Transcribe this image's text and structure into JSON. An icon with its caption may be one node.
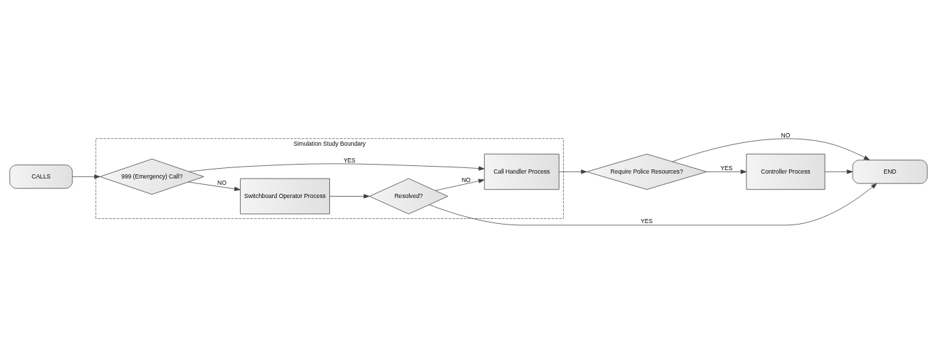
{
  "diagram": {
    "nodes": [
      {
        "text": [
          "Simulation Study Boundary"
        ]
      },
      {
        "text": [
          "CALLS"
        ]
      },
      {
        "text": [
          "999 (Emergency) Call?"
        ],
        "in": 0
      },
      {
        "text": [
          "Call Handler Process"
        ],
        "in": 0
      },
      {
        "text": [
          "Switchboard Operator Process"
        ],
        "in": 0
      },
      {
        "text": [
          "Resolved?"
        ],
        "in": 0
      },
      {
        "text": [
          "Require Police Resources?"
        ]
      },
      {
        "text": [
          "Controller Process"
        ]
      },
      {
        "text": [
          "END"
        ]
      }
    ],
    "edges": [
      {
        "from": 1,
        "to": 2,
        "arrow": "to"
      },
      {
        "from": 2,
        "to": 3,
        "arrow": "to",
        "label": "YES"
      },
      {
        "from": 2,
        "to": 4,
        "arrow": "to",
        "label": "NO"
      },
      {
        "from": 4,
        "to": 5,
        "arrow": "to"
      },
      {
        "from": 5,
        "to": 3,
        "arrow": "to",
        "label": "NO"
      },
      {
        "from": 3,
        "to": 6,
        "arrow": "to"
      },
      {
        "from": 6,
        "to": 8,
        "arrow": "to",
        "label": "NO"
      },
      {
        "from": 6,
        "to": 7,
        "arrow": "to",
        "label": "YES"
      },
      {
        "from": 7,
        "to": 8,
        "arrow": "to"
      },
      {
        "from": 5,
        "to": 8,
        "arrow": "to",
        "label": "YES"
      }
    ]
  }
}
